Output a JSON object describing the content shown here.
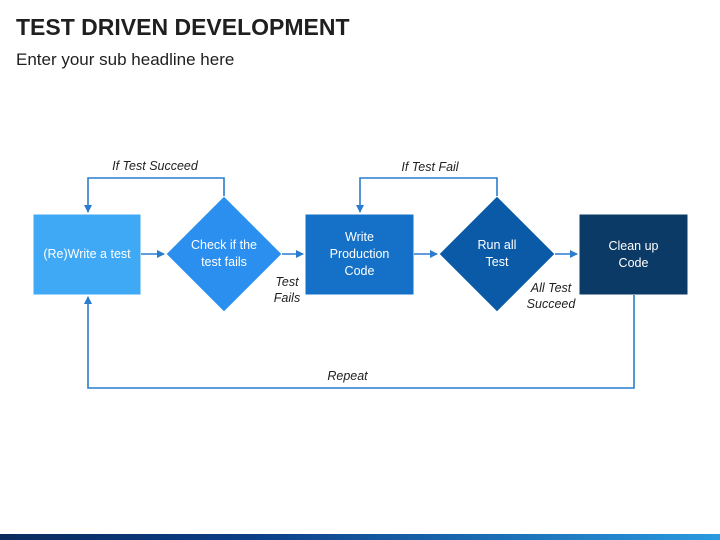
{
  "slide": {
    "title": "TEST DRIVEN DEVELOPMENT",
    "subtitle": "Enter your sub headline here"
  },
  "nodes": [
    {
      "id": "rewrite-test",
      "shape": "rectangle",
      "label": "(Re)Write a test",
      "color": "#3fa9f5"
    },
    {
      "id": "check-test-fails",
      "shape": "diamond",
      "label": "Check if the test fails",
      "color": "#2b8ff0"
    },
    {
      "id": "write-production-code",
      "shape": "rectangle",
      "label": "Write Production Code",
      "color": "#1570c8"
    },
    {
      "id": "run-all-test",
      "shape": "diamond",
      "label": "Run all Test",
      "color": "#0b5aa8"
    },
    {
      "id": "clean-up-code",
      "shape": "rectangle",
      "label": "Clean up Code",
      "color": "#0b3a66"
    }
  ],
  "edge_labels": {
    "if_test_succeed": "If Test Succeed",
    "if_test_fail": "If Test Fail",
    "test_fails": "Test Fails",
    "all_test_succeed": "All Test Succeed",
    "repeat": "Repeat"
  },
  "colors": {
    "arrow": "#2a7ccf",
    "footer_gradient": [
      "#0a2a5e",
      "#2a9ae0"
    ]
  }
}
